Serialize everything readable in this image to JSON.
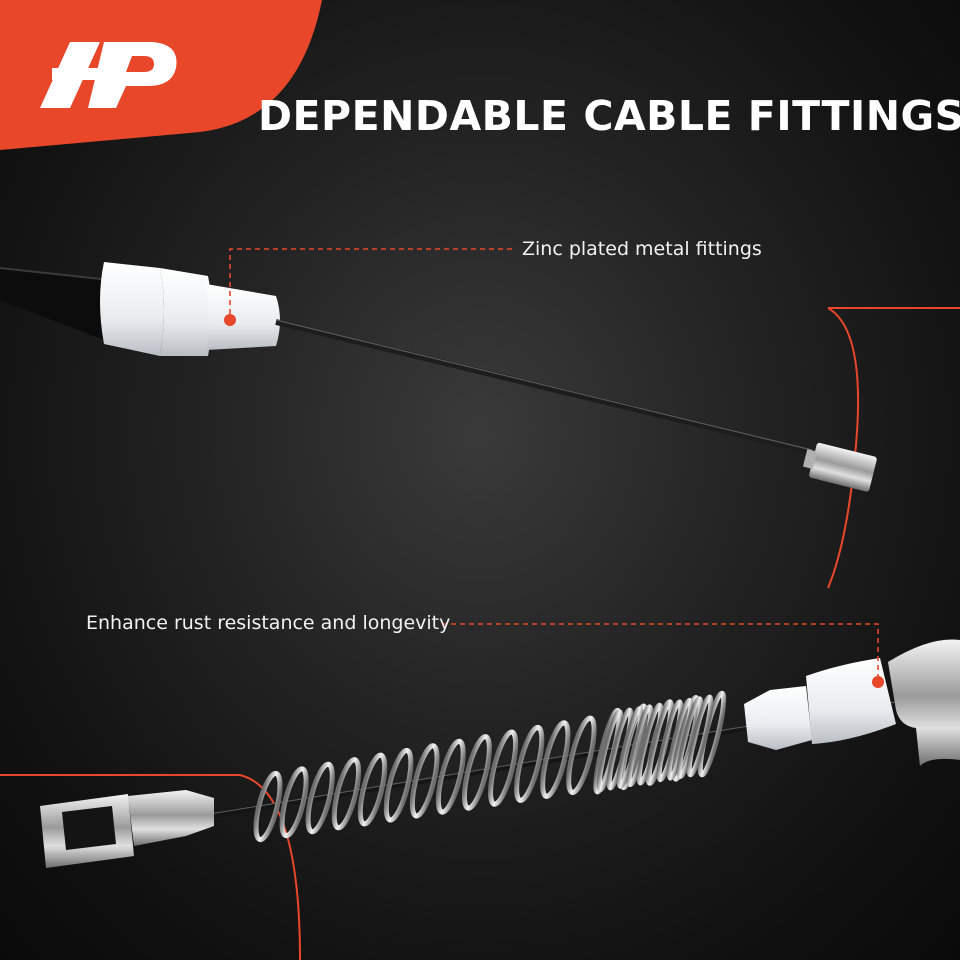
{
  "headline": "DEPENDABLE CABLE FITTINGS",
  "brand": {
    "logo": "A-Premium logo",
    "accent_color": "#e8472a"
  },
  "callouts": [
    {
      "label": "Zinc plated metal fittings"
    },
    {
      "label": "Enhance rust resistance and longevity"
    }
  ]
}
